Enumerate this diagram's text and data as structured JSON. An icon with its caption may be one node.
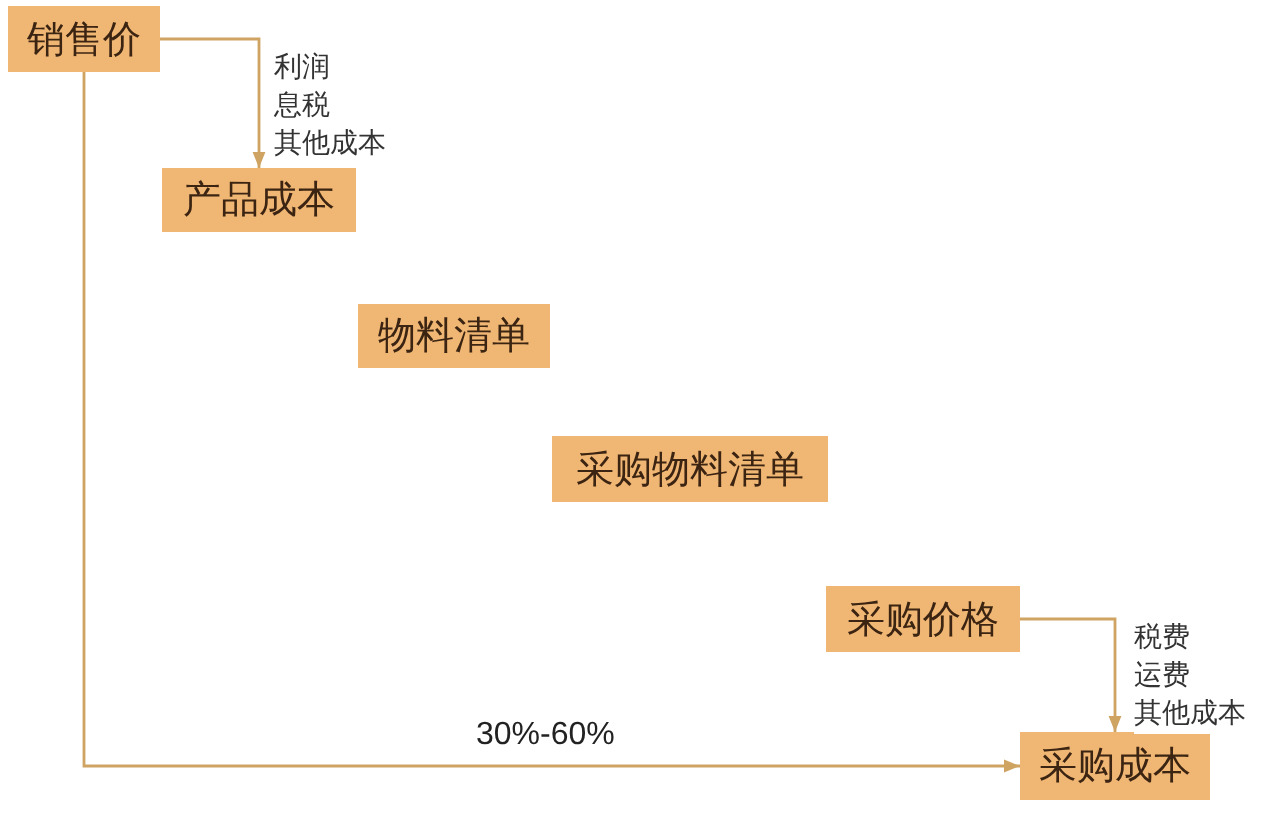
{
  "diagram": {
    "nodes": [
      {
        "text": [
          "销售价"
        ]
      },
      {
        "text": [
          "产品成本"
        ]
      },
      {
        "text": [
          "物料清单"
        ]
      },
      {
        "text": [
          "采购物料清单"
        ]
      },
      {
        "text": [
          "采购价格"
        ]
      },
      {
        "text": [
          "采购成本"
        ]
      }
    ],
    "edges": [
      {
        "from": 0,
        "to": 1,
        "arrow": "to",
        "label": "利润息税其他成本"
      },
      {
        "from": 0,
        "to": 5,
        "arrow": "to",
        "label": "30%-60%"
      },
      {
        "from": 4,
        "to": 5,
        "arrow": "to",
        "label": "税费运费其他成本"
      }
    ]
  }
}
